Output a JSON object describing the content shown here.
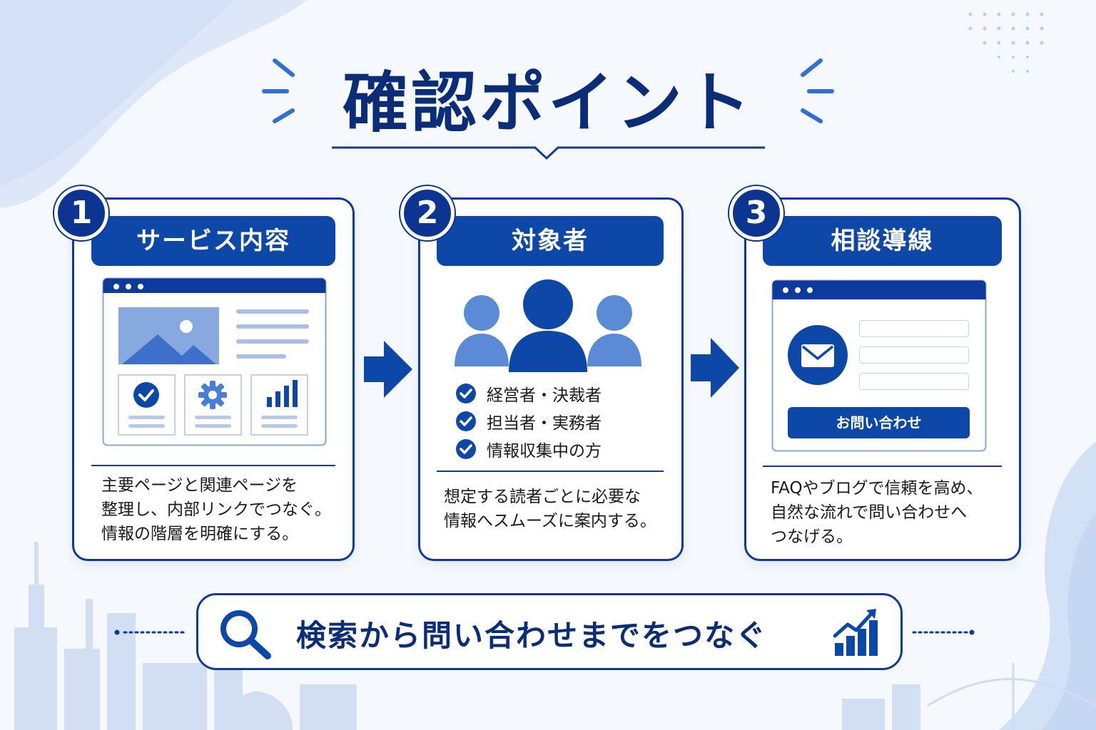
{
  "title": "確認ポイント",
  "colors": {
    "navy": "#0b2d78",
    "primary": "#0d47a8",
    "light": "#6f96d6",
    "bg": "#f5f8fd"
  },
  "cards": [
    {
      "number": "1",
      "header": "サービス内容",
      "description": "主要ページと関連ページを\n整理し、内部リンクでつなぐ。\n情報の階層を明確にする。",
      "icons": [
        "image-icon",
        "check-circle-icon",
        "gear-icon",
        "bar-chart-icon"
      ]
    },
    {
      "number": "2",
      "header": "対象者",
      "items": [
        "経営者・決裁者",
        "担当者・実務者",
        "情報収集中の方"
      ],
      "description": "想定する読者ごとに必要な\n情報へスムーズに案内する。",
      "icons": [
        "people-group-icon",
        "check-circle-icon"
      ]
    },
    {
      "number": "3",
      "header": "相談導線",
      "button_label": "お問い合わせ",
      "description": "FAQやブログで信頼を高め、\n自然な流れで問い合わせへ\nつなげる。",
      "icons": [
        "mail-icon"
      ]
    }
  ],
  "banner": {
    "text": "検索から問い合わせまでをつなぐ",
    "icons": [
      "search-icon",
      "growth-chart-icon"
    ]
  }
}
